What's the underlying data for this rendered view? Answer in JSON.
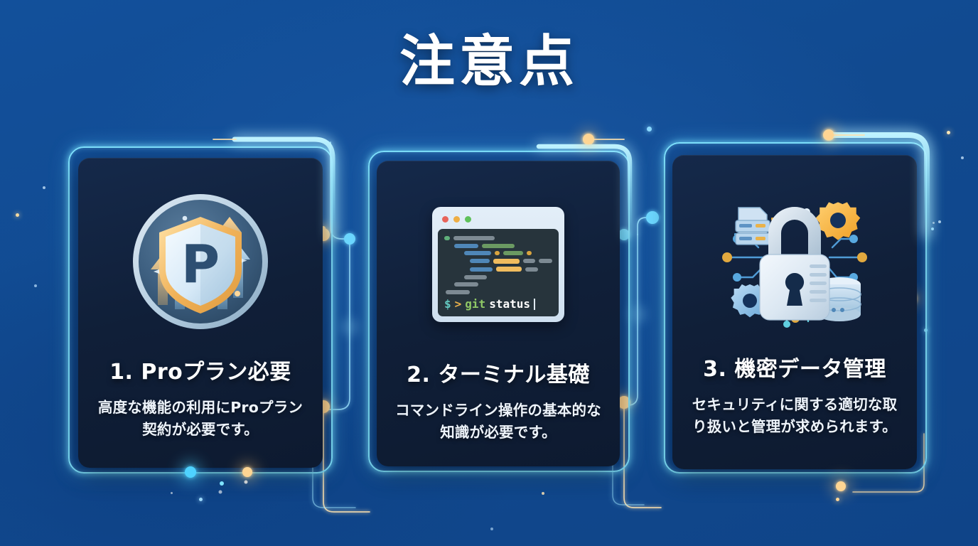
{
  "page": {
    "title": "注意点",
    "background_color": "#114a90",
    "accent_cyan": "#7fe3ff",
    "accent_gold": "#f5c97a",
    "card_background": "#101f38"
  },
  "cards": [
    {
      "id": "card-pro-plan",
      "icon_name": "shield-pro-badge-icon",
      "icon_letter": "P",
      "title": "1. Proプラン必要",
      "description": "高度な機能の利用にProプラン契約が必要です。"
    },
    {
      "id": "card-terminal-basics",
      "icon_name": "terminal-window-icon",
      "title": "2. ターミナル基礎",
      "description": "コマンドライン操作の基本的な知識が必要です。",
      "terminal": {
        "dots": [
          "#e8645a",
          "#eeae45",
          "#5fc15a"
        ],
        "prompt_symbol": "$",
        "prompt_arrow": ">",
        "command": "git",
        "argument": "status",
        "prompt_symbol_color": "#63c8c0",
        "prompt_arrow_color": "#e8b04b",
        "command_color": "#8fc866",
        "argument_color": "#ffffff",
        "code_lines": [
          [
            {
              "w": 8,
              "c": "#5fb07a"
            },
            {
              "w": 58,
              "c": "#7d8a93"
            }
          ],
          [
            {
              "w": 14,
              "c": "#000000",
              "blank": true
            },
            {
              "w": 34,
              "c": "#4f87b8"
            },
            {
              "w": 46,
              "c": "#6b9a62"
            }
          ],
          [
            {
              "w": 28,
              "c": "#000000",
              "blank": true
            },
            {
              "w": 38,
              "c": "#4f87b8"
            },
            {
              "w": 8,
              "c": "#d9a43f"
            },
            {
              "w": 28,
              "c": "#6b9a62"
            },
            {
              "w": 8,
              "c": "#d9a43f"
            }
          ],
          [
            {
              "w": 36,
              "c": "#000000",
              "blank": true
            },
            {
              "w": 38,
              "c": "#4f87b8"
            },
            {
              "w": 46,
              "c": "#f0bc5e"
            },
            {
              "w": 22,
              "c": "#7d8a93"
            },
            {
              "w": 26,
              "c": "#7d8a93"
            }
          ],
          [
            {
              "w": 36,
              "c": "#000000",
              "blank": true
            },
            {
              "w": 32,
              "c": "#4f87b8"
            },
            {
              "w": 34,
              "c": "#f0bc5e"
            },
            {
              "w": 18,
              "c": "#7d8a93"
            }
          ],
          [
            {
              "w": 28,
              "c": "#000000",
              "blank": true
            },
            {
              "w": 32,
              "c": "#7d8a93"
            }
          ],
          [
            {
              "w": 14,
              "c": "#000000",
              "blank": true
            },
            {
              "w": 34,
              "c": "#7d8a93"
            }
          ],
          [
            {
              "w": 4,
              "c": "#000000",
              "blank": true
            },
            {
              "w": 34,
              "c": "#7d8a93"
            }
          ]
        ]
      }
    },
    {
      "id": "card-confidential-data",
      "icon_name": "padlock-circuit-security-icon",
      "title": "3. 機密データ管理",
      "description": "セキュリティに関する適切な取り扱いと管理が求められます。"
    }
  ]
}
